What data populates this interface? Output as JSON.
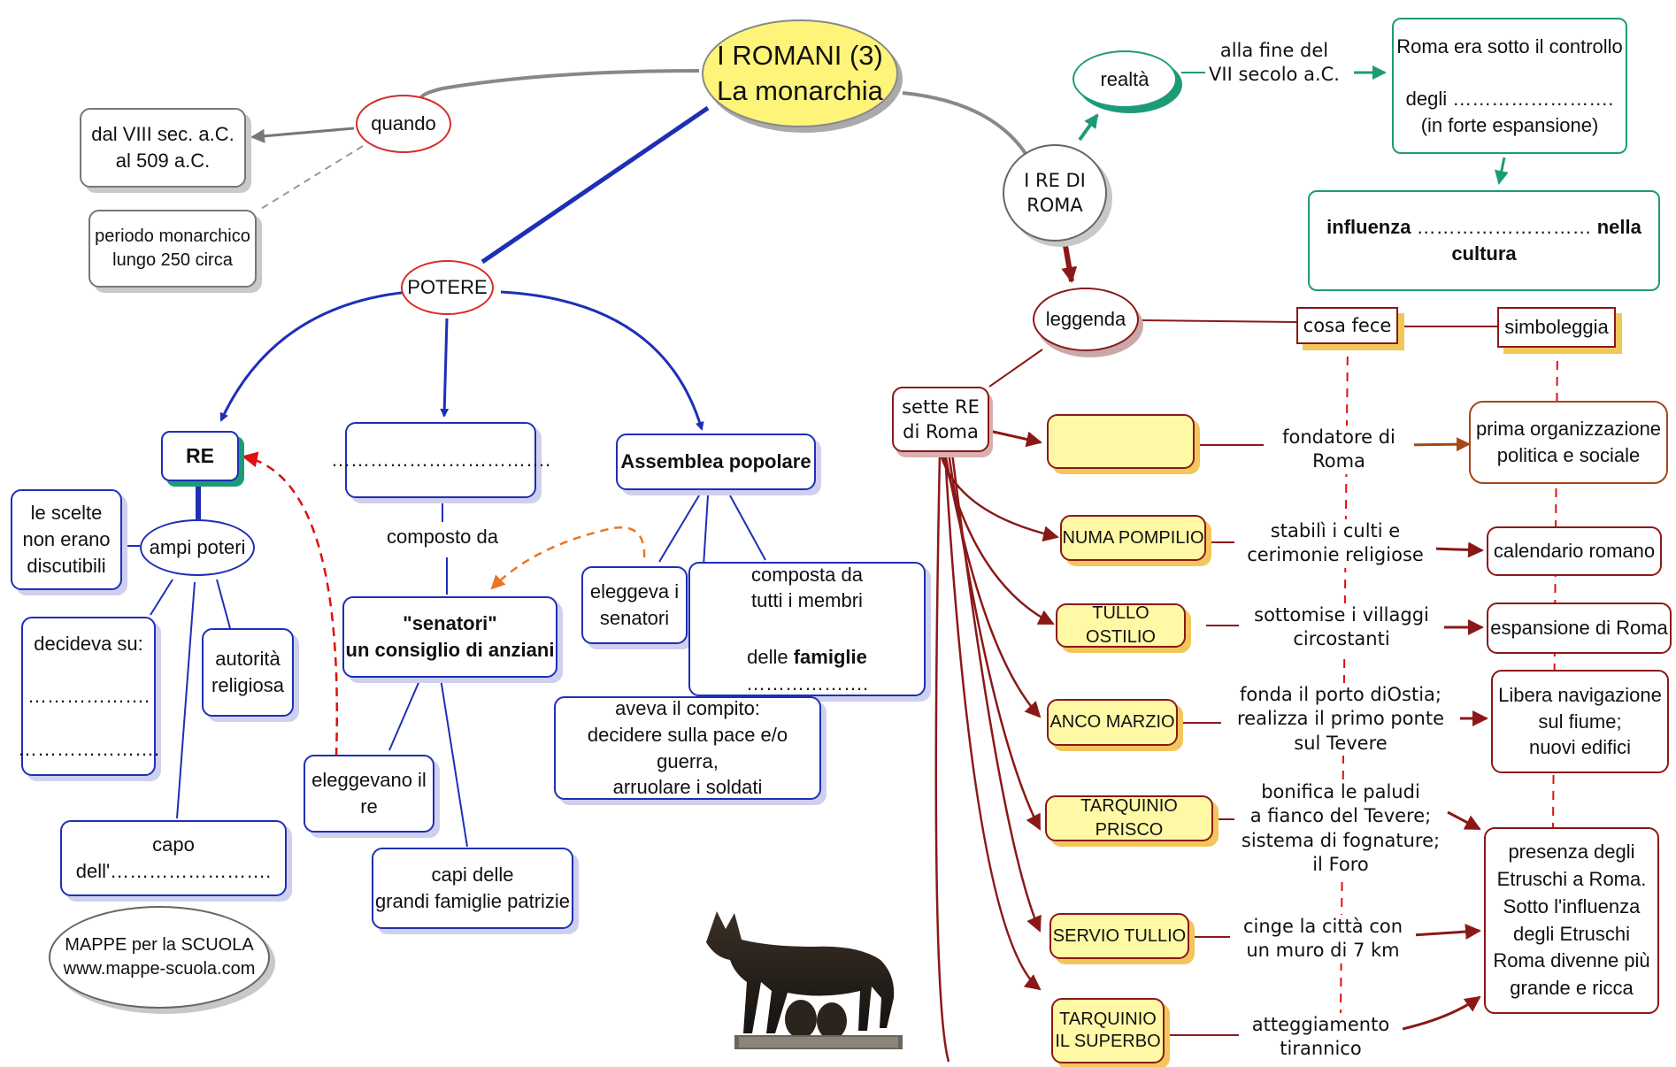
{
  "title": {
    "line1": "I ROMANI (3)",
    "line2": "La monarchia"
  },
  "left": {
    "quando": "quando",
    "date_box": "dal VIII sec. a.C.\nal 509 a.C.",
    "period_box": "periodo monarchico\nlungo 250 circa",
    "potere": "POTERE",
    "re": "RE",
    "ampi_poteri": "ampi poteri",
    "scelte": "le scelte\nnon erano\ndiscutibili",
    "decideva": "decideva su:\n\n……………….\n\n………………….",
    "autorita": "autorità\nreligiosa",
    "capo": "capo dell'…………………….",
    "blank_box": "…………………………….",
    "composto_da": "composto da",
    "senatori_line1": "\"senatori\"",
    "senatori_line2": "un consiglio di anziani",
    "eleggevano": "eleggevano il\nre",
    "capi_famiglie": "capi delle\ngrandi famiglie patrizie",
    "assemblea": "Assemblea popolare",
    "eleggeva": "eleggeva i\nsenatori",
    "composta_line1": "composta da",
    "composta_line2": "tutti i membri",
    "composta_prefix": "delle ",
    "composta_bold": "famiglie",
    "composta_suffix": " ……………….",
    "compito": "aveva il compito:\ndecidere sulla pace e/o guerra,\narruolare i soldati",
    "mappe": "MAPPE per la SCUOLA\nwww.mappe-scuola.com"
  },
  "right": {
    "re_di_roma": "I RE DI\nROMA",
    "realta": "realtà",
    "fine_vii": "alla fine del\nVII secolo a.C.",
    "controllo": "Roma era sotto il controllo\n\ndegli …………………….\n(in forte espansione)",
    "influenza_bold1": "influenza",
    "influenza_mid": " ……………………… ",
    "influenza_bold2": "nella cultura",
    "leggenda": "leggenda",
    "cosa_fece": "cosa fece",
    "simboleggia": "simboleggia",
    "sette_re": "sette RE\ndi Roma",
    "kings": [
      {
        "name": "",
        "deed": "fondatore di\nRoma",
        "symbol": "prima organizzazione\npolitica e sociale"
      },
      {
        "name": "NUMA POMPILIO",
        "deed": "stabilì i culti e\ncerimonie religiose",
        "symbol": "calendario romano"
      },
      {
        "name": "TULLO OSTILIO",
        "deed": "sottomise i villaggi\ncircostanti",
        "symbol": "espansione di Roma"
      },
      {
        "name": "ANCO MARZIO",
        "deed": "fonda il porto diOstia;\nrealizza il primo ponte\nsul Tevere",
        "symbol": "Libera navigazione\nsul fiume;\nnuovi edifici"
      },
      {
        "name": "TARQUINIO PRISCO",
        "deed": "bonifica le paludi\na fianco del Tevere;\nsistema di fognature;\nil Foro",
        "symbol": ""
      },
      {
        "name": "SERVIO TULLIO",
        "deed": "cinge la città con\nun muro di 7 km",
        "symbol": ""
      },
      {
        "name": "TARQUINIO\nIL SUPERBO",
        "deed": "atteggiamento\ntirannico",
        "symbol": ""
      }
    ],
    "etruschi": "presenza degli\nEtruschi a Roma.\nSotto l'influenza\ndegli Etruschi\nRoma divenne più\ngrande e ricca"
  },
  "colors": {
    "title_fill": "#fff47a",
    "blue": "#1e2fb6",
    "dark_red": "#8b1818",
    "teal": "#1d9b78",
    "king_fill": "#fff9a6"
  },
  "image": "she-wolf-statue"
}
